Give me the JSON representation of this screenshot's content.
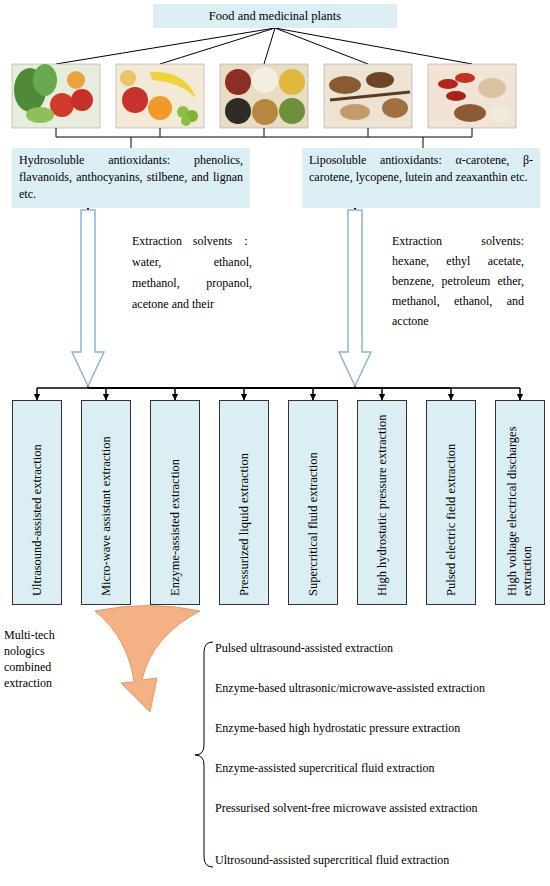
{
  "diagram": {
    "nodes": [
      {
        "text": [
          "Food and medicinal plants"
        ]
      },
      {
        "text": [
          "Hydrosoluble antioxidants: phenolics, flavanoids, anthocyanins, stilbene, and lignan etc."
        ]
      },
      {
        "text": [
          "Liposoluble antioxidants: α-carotene, β-carotene, lycopene, lutein and zeaxanthin etc."
        ]
      },
      {
        "text": [
          "Ultrasound-assisted extraction"
        ]
      },
      {
        "text": [
          "Micro-wave assistant extraction"
        ]
      },
      {
        "text": [
          "Enzyme-assisted extraction"
        ]
      },
      {
        "text": [
          "Pressurized liquid extraction"
        ]
      },
      {
        "text": [
          "Supercritical fluid extraction"
        ]
      },
      {
        "text": [
          "High hydrostatic pressure extraction"
        ]
      },
      {
        "text": [
          "Pulsed electric field extraction"
        ]
      },
      {
        "text": [
          "High voltage electrical discharges extraction"
        ]
      }
    ],
    "edges": [
      {
        "from": 1,
        "to": 3,
        "arrow": "to"
      },
      {
        "from": 1,
        "to": 4,
        "arrow": "to"
      },
      {
        "from": 1,
        "to": 5,
        "arrow": "to"
      },
      {
        "from": 1,
        "to": 6,
        "arrow": "to"
      },
      {
        "from": 1,
        "to": 7,
        "arrow": "to"
      },
      {
        "from": 1,
        "to": 8,
        "arrow": "to"
      },
      {
        "from": 1,
        "to": 9,
        "arrow": "to"
      },
      {
        "from": 1,
        "to": 10,
        "arrow": "to"
      },
      {
        "from": 2,
        "to": 3,
        "arrow": "to"
      },
      {
        "from": 2,
        "to": 4,
        "arrow": "to"
      },
      {
        "from": 2,
        "to": 5,
        "arrow": "to"
      },
      {
        "from": 2,
        "to": 6,
        "arrow": "to"
      },
      {
        "from": 2,
        "to": 7,
        "arrow": "to"
      },
      {
        "from": 2,
        "to": 8,
        "arrow": "to"
      },
      {
        "from": 2,
        "to": 9,
        "arrow": "to"
      },
      {
        "from": 2,
        "to": 10,
        "arrow": "to"
      }
    ],
    "labels": [
      "Extraction solvents：water, ethanol, methanol, propanol, acetone and their",
      "Extraction solvents: hexane, ethyl acetate, benzene, petroleum ether, methanol, ethanol, and acctone",
      "Multi-tech nologics combined extraction",
      "Pulsed ultrasound-assisted extraction",
      "Enzyme-based ultrasonic/microwave-assisted extraction",
      "Enzyme-based high hydrostatic pressure extraction",
      "Enzyme-assisted supercritical fluid extraction",
      "Pressurised solvent-free microwave assisted extraction",
      "Ultrosound-assisted supercritical fluid extraction"
    ]
  }
}
